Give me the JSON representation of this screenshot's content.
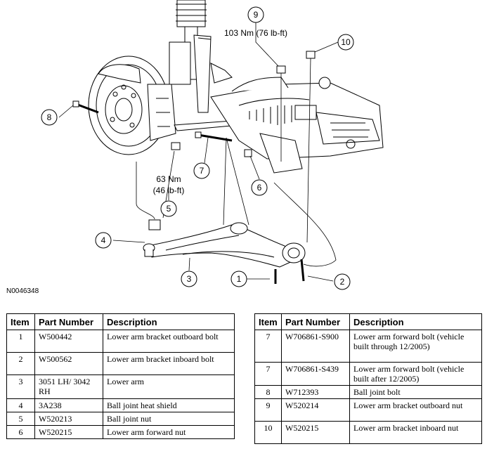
{
  "diagram": {
    "figure_id": "N0046348",
    "torque_top": "103 Nm (76 lb-ft)",
    "torque_mid_line1": "63 Nm",
    "torque_mid_line2": "(46 lb-ft)",
    "callouts": [
      "1",
      "2",
      "3",
      "4",
      "5",
      "6",
      "7",
      "8",
      "9",
      "10"
    ]
  },
  "table_left": {
    "headers": [
      "Item",
      "Part Number",
      "Description"
    ],
    "rows": [
      {
        "item": "1",
        "part": "W500442",
        "desc": "Lower arm bracket outboard bolt"
      },
      {
        "item": "2",
        "part": "W500562",
        "desc": "Lower arm bracket inboard bolt"
      },
      {
        "item": "3",
        "part": "3051 LH/ 3042 RH",
        "desc": "Lower arm"
      },
      {
        "item": "4",
        "part": "3A238",
        "desc": "Ball joint heat shield"
      },
      {
        "item": "5",
        "part": "W520213",
        "desc": "Ball joint nut"
      },
      {
        "item": "6",
        "part": "W520215",
        "desc": "Lower arm forward nut"
      }
    ]
  },
  "table_right": {
    "headers": [
      "Item",
      "Part Number",
      "Description"
    ],
    "rows": [
      {
        "item": "7",
        "part": "W706861-S900",
        "desc": "Lower arm forward bolt (vehicle built through 12/2005)"
      },
      {
        "item": "7",
        "part": "W706861-S439",
        "desc": "Lower arm forward bolt (vehicle built after 12/2005)"
      },
      {
        "item": "8",
        "part": "W712393",
        "desc": "Ball joint bolt"
      },
      {
        "item": "9",
        "part": "W520214",
        "desc": "Lower arm bracket outboard nut"
      },
      {
        "item": "10",
        "part": "W520215",
        "desc": "Lower arm bracket inboard nut"
      }
    ]
  }
}
